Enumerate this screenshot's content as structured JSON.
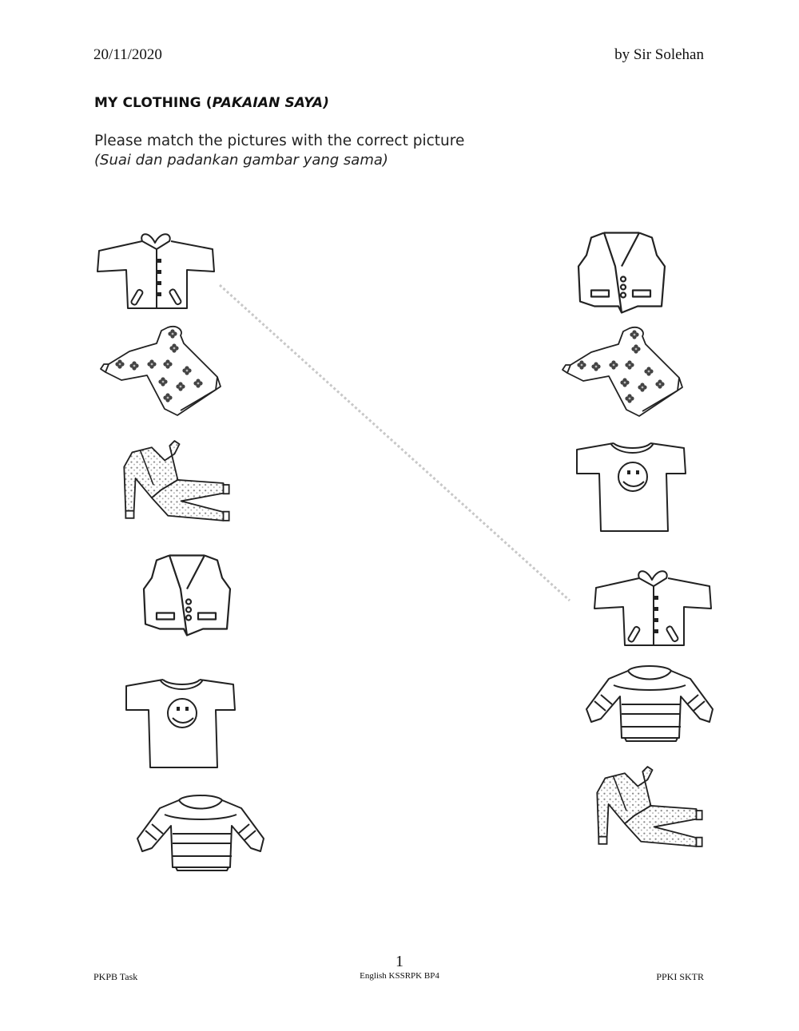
{
  "header": {
    "date": "20/11/2020",
    "author": "by Sir Solehan"
  },
  "worksheet": {
    "title_main": "MY CLOTHING (",
    "title_italic": "PAKAIAN SAYA)",
    "instruction": "Please match the pictures with the correct picture",
    "instruction_translation": "(Suai dan padankan gambar yang sama)"
  },
  "left_column": [
    {
      "item": "jacket-icon"
    },
    {
      "item": "flowered-dress-icon"
    },
    {
      "item": "pajamas-icon"
    },
    {
      "item": "vest-icon"
    },
    {
      "item": "smiley-tshirt-icon"
    },
    {
      "item": "striped-sweater-icon"
    }
  ],
  "right_column": [
    {
      "item": "vest-icon"
    },
    {
      "item": "flowered-dress-icon"
    },
    {
      "item": "smiley-tshirt-icon"
    },
    {
      "item": "jacket-icon"
    },
    {
      "item": "striped-sweater-icon"
    },
    {
      "item": "pajamas-icon"
    }
  ],
  "matches_drawn": [
    {
      "from": "left-jacket",
      "to": "right-jacket",
      "style": "dotted",
      "color": "#c8c8c8"
    }
  ],
  "footer": {
    "page_number": "1",
    "left": "PKPB Task",
    "center": "English KSSRPK BP4",
    "right": "PPKI SKTR"
  }
}
